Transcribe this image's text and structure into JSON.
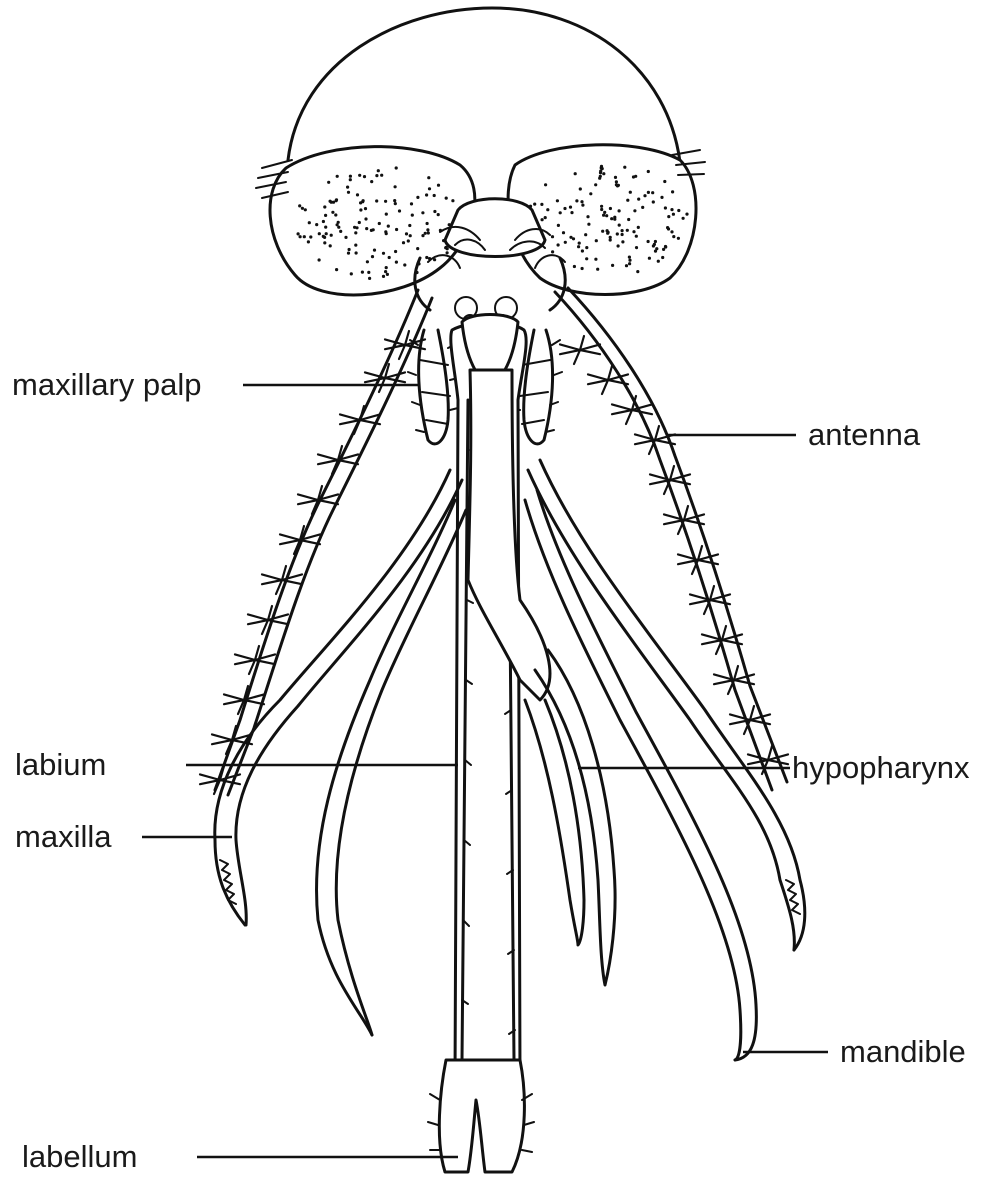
{
  "labels": {
    "maxillary_palp": "maxillary palp",
    "antenna": "antenna",
    "labium": "labium",
    "hypopharynx": "hypopharynx",
    "maxilla": "maxilla",
    "mandible": "mandible",
    "labellum": "labellum"
  },
  "colors": {
    "ink": "#111111",
    "background": "#ffffff"
  }
}
